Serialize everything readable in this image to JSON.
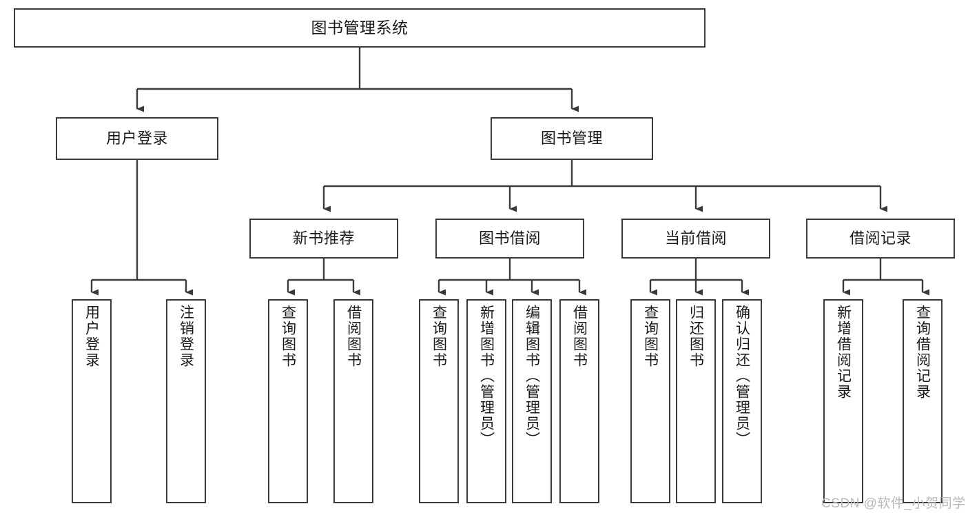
{
  "diagram": {
    "title": "图书管理系统",
    "type": "功能结构图",
    "orientation": "top-down-tree",
    "stroke_color": "#3a3a3a",
    "fill_color": "#ffffff",
    "text_color": "#1a1a1a"
  },
  "watermark": {
    "text": "CSDN @软件_小贺同学",
    "color": "#b9b9b9"
  },
  "nodes": {
    "root": {
      "label": "图书管理系统",
      "level": 1
    },
    "level2": [
      {
        "id": "user-login",
        "label": "用户登录"
      },
      {
        "id": "book-management",
        "label": "图书管理"
      }
    ],
    "level3": [
      {
        "id": "new-book-recommend",
        "label": "新书推荐"
      },
      {
        "id": "book-borrow",
        "label": "图书借阅"
      },
      {
        "id": "current-borrow",
        "label": "当前借阅"
      },
      {
        "id": "borrow-record",
        "label": "借阅记录"
      }
    ],
    "leaves": {
      "user-login": [
        {
          "id": "leaf-user-login",
          "label": "用户登录"
        },
        {
          "id": "leaf-logout-login",
          "label": "注销登录"
        }
      ],
      "new-book-recommend": [
        {
          "id": "leaf-query-book-1",
          "label": "查询图书"
        },
        {
          "id": "leaf-borrow-book-1",
          "label": "借阅图书"
        }
      ],
      "book-borrow": [
        {
          "id": "leaf-query-book-2",
          "label": "查询图书"
        },
        {
          "id": "leaf-add-book",
          "label": "新增图书（管理员）"
        },
        {
          "id": "leaf-edit-book",
          "label": "编辑图书（管理员）"
        },
        {
          "id": "leaf-borrow-book-2",
          "label": "借阅图书"
        }
      ],
      "current-borrow": [
        {
          "id": "leaf-query-book-3",
          "label": "查询图书"
        },
        {
          "id": "leaf-return-book",
          "label": "归还图书"
        },
        {
          "id": "leaf-confirm-return",
          "label": "确认归还（管理员）"
        }
      ],
      "borrow-record": [
        {
          "id": "leaf-add-record",
          "label": "新增借阅记录"
        },
        {
          "id": "leaf-query-record",
          "label": "查询借阅记录"
        }
      ]
    }
  }
}
